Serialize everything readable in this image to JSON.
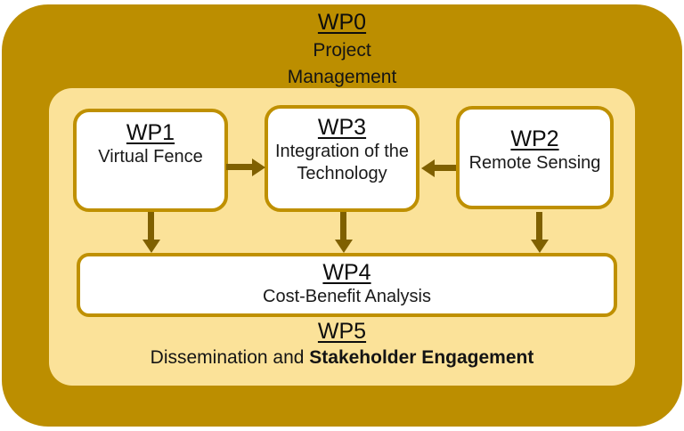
{
  "diagram": {
    "wp0": {
      "title": "WP0",
      "body": "Project Management"
    },
    "wp1": {
      "title": "WP1",
      "body": "Virtual Fence"
    },
    "wp3": {
      "title": "WP3",
      "body": "Integration of the Technology"
    },
    "wp2": {
      "title": "WP2",
      "body": "Remote Sensing"
    },
    "wp4": {
      "title": "WP4",
      "body": "Cost-Benefit Analysis"
    },
    "wp5": {
      "title": "WP5",
      "body_regular": "Dissemination and ",
      "body_bold": "Stakeholder Engagement"
    },
    "connections": [
      {
        "from": "WP1",
        "to": "WP3",
        "direction": "right"
      },
      {
        "from": "WP2",
        "to": "WP3",
        "direction": "left"
      },
      {
        "from": "WP1",
        "to": "WP4",
        "direction": "down"
      },
      {
        "from": "WP3",
        "to": "WP4",
        "direction": "down"
      },
      {
        "from": "WP2",
        "to": "WP4",
        "direction": "down"
      }
    ],
    "colors": {
      "outer_background": "#BC8E00",
      "inner_background": "#FBE299",
      "box_border": "#BF9000",
      "box_background": "#FFFFFF",
      "arrow": "#7F6000",
      "text": "#111111"
    }
  }
}
